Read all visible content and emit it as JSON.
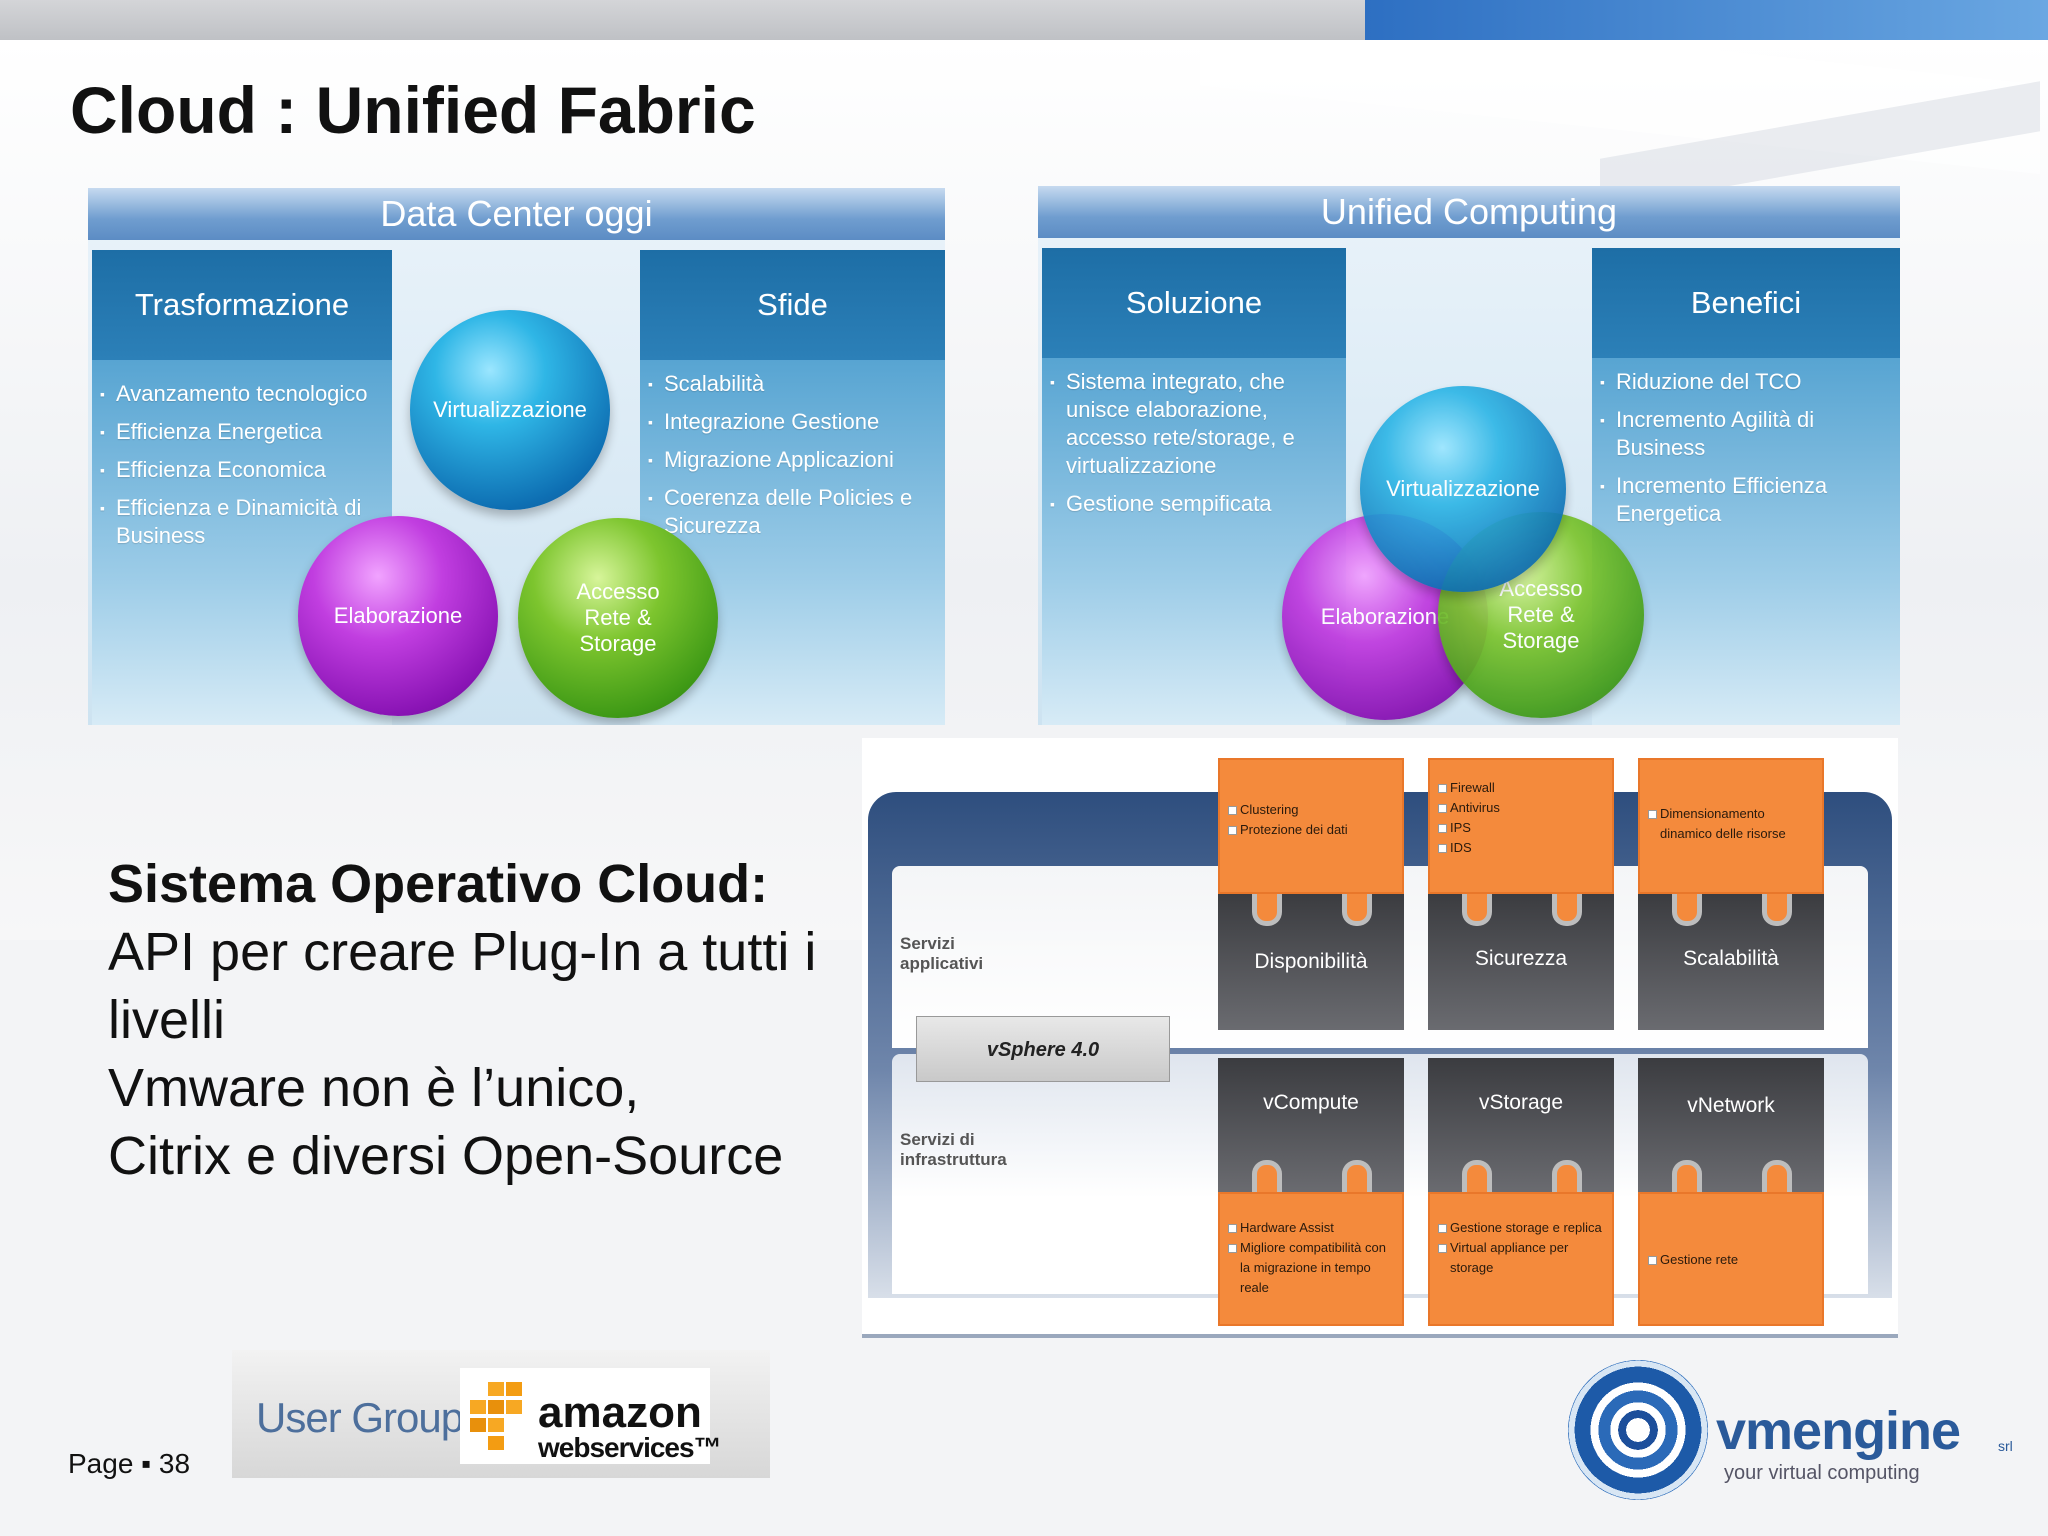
{
  "title": "Cloud : Unified Fabric",
  "left_panel": {
    "header": "Data Center oggi",
    "col_left": {
      "title": "Trasformazione",
      "items": [
        "Avanzamento tecnologico",
        "Efficienza Energetica",
        "Efficienza Economica",
        "Efficienza e Dinamicità di Business"
      ]
    },
    "col_right": {
      "title": "Sfide",
      "items": [
        "Scalabilità",
        "Integrazione Gestione",
        "Migrazione Applicazioni",
        "Coerenza delle Policies e Sicurezza"
      ]
    },
    "balls": {
      "virt": "Virtualizzazione",
      "elab": "Elaborazione",
      "acc": "Accesso Rete & Storage"
    }
  },
  "right_panel": {
    "header": "Unified Computing",
    "col_left": {
      "title": "Soluzione",
      "items": [
        "Sistema integrato, che unisce elaborazione, accesso rete/storage, e virtualizzazione",
        "Gestione sempificata"
      ]
    },
    "col_right": {
      "title": "Benefici",
      "items": [
        "Riduzione del TCO",
        "Incremento Agilità di Business",
        "Incremento Efficienza Energetica"
      ]
    },
    "balls": {
      "virt": "Virtualizzazione",
      "elab": "Elaborazione",
      "acc": "Accesso Rete & Storage"
    }
  },
  "subtitle": {
    "heading": "Sistema Operativo Cloud:",
    "lines": [
      "API per creare Plug-In a tutti i livelli",
      "Vmware non è l’unico,",
      "Citrix e diversi Open-Source"
    ]
  },
  "vsphere_diagram": {
    "band_app_label": "Servizi applicativi",
    "band_infra_label": "Servizi di infrastruttura",
    "vsphere_label": "vSphere 4.0",
    "app_blocks": [
      {
        "label": "Disponibilità",
        "features": [
          "Clustering",
          "Protezione dei dati"
        ]
      },
      {
        "label": "Sicurezza",
        "features": [
          "Firewall",
          "Antivirus",
          "IPS",
          "IDS"
        ]
      },
      {
        "label": "Scalabilità",
        "features": [
          "Dimensionamento dinamico delle risorse"
        ]
      }
    ],
    "infra_blocks": [
      {
        "label": "vCompute",
        "features": [
          "Hardware Assist",
          "Migliore compatibilità con la migrazione in tempo reale"
        ]
      },
      {
        "label": "vStorage",
        "features": [
          "Gestione storage e replica",
          "Virtual appliance per storage"
        ]
      },
      {
        "label": "vNetwork",
        "features": [
          "Gestione rete"
        ]
      }
    ]
  },
  "page_label": "Page ▪ 38",
  "aws_logo": {
    "user_groups": "User Groups",
    "amazon": "amazon",
    "webservices": "webservices™"
  },
  "vm_logo": {
    "name": "vmengine",
    "srl": "srl",
    "tagline": "your virtual computing"
  },
  "colors": {
    "orange": "#f48a3c",
    "panel_blue": "#2c80b8",
    "dark_block": "#3b3c40",
    "accent_blue": "#2d6fc2"
  }
}
